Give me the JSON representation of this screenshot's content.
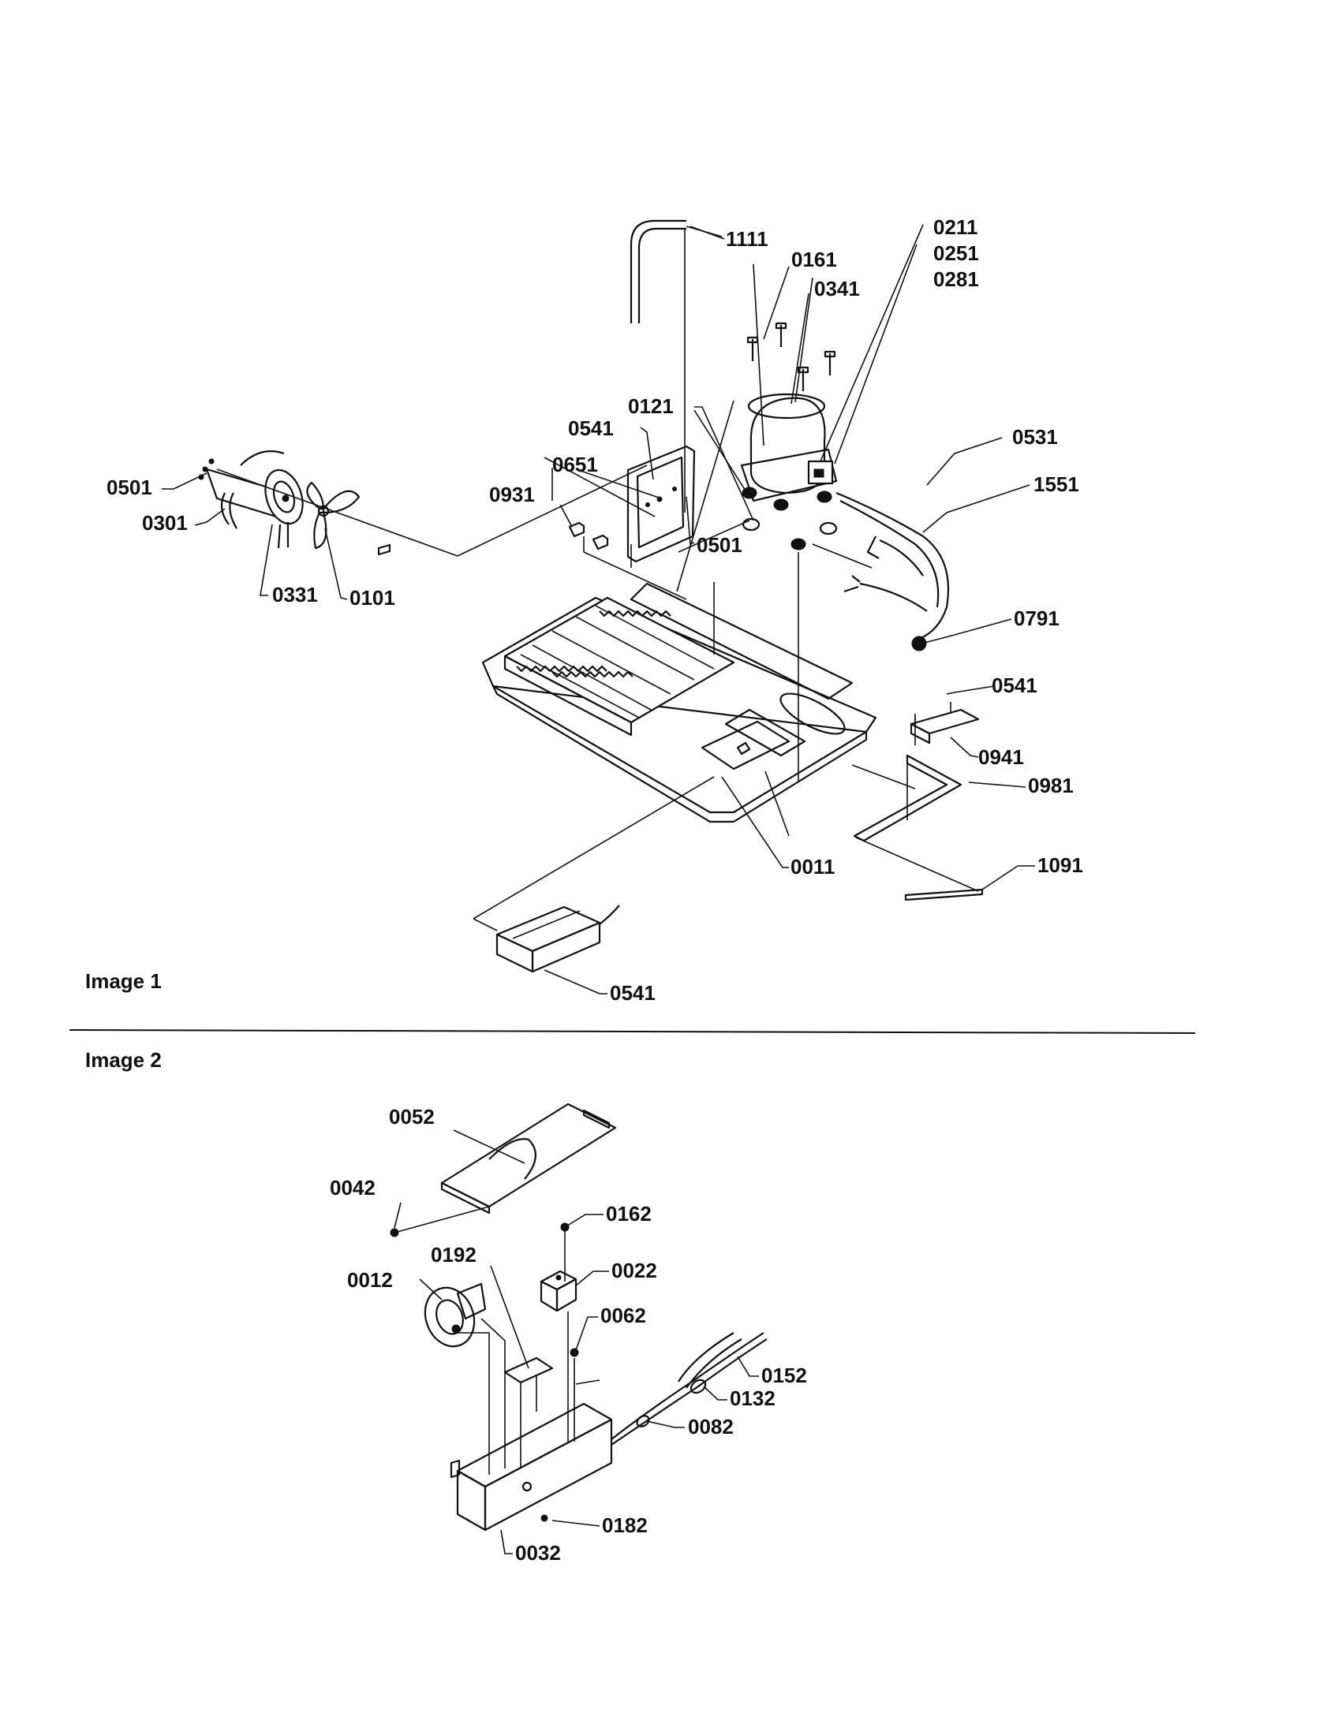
{
  "captions": {
    "image1": "Image 1",
    "image2": "Image 2"
  },
  "image1_labels": {
    "p1111": "1111",
    "p0161": "0161",
    "p0341": "0341",
    "p0211": "0211",
    "p0251": "0251",
    "p0281": "0281",
    "p0121": "0121",
    "p0541a": "0541",
    "p0651": "0651",
    "p0531": "0531",
    "p1551": "1551",
    "p0501a": "0501",
    "p0931": "0931",
    "p0301": "0301",
    "p0501b": "0501",
    "p0331": "0331",
    "p0101": "0101",
    "p0791": "0791",
    "p0541b": "0541",
    "p0941": "0941",
    "p0981": "0981",
    "p0011": "0011",
    "p1091": "1091",
    "p0541c": "0541"
  },
  "image2_labels": {
    "p0052": "0052",
    "p0042": "0042",
    "p0162": "0162",
    "p0192": "0192",
    "p0022": "0022",
    "p0012": "0012",
    "p0062": "0062",
    "p0152": "0152",
    "p0132": "0132",
    "p0082": "0082",
    "p0182": "0182",
    "p0032": "0032"
  }
}
